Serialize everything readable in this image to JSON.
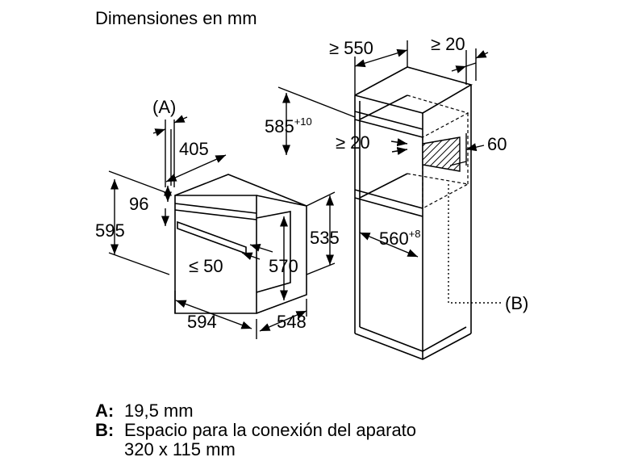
{
  "title": "Dimensiones en mm",
  "labels": {
    "a_marker": "(A)",
    "b_marker": "(B)",
    "d405": "405",
    "d96": "96",
    "d595": "595",
    "d50": "≤ 50",
    "d570": "570",
    "d535": "535",
    "d594": "594",
    "d548": "548",
    "d550": "≥ 550",
    "d20_top": "≥ 20",
    "d585": "585",
    "d585_sup": "+10",
    "d20_mid": "≥ 20",
    "d60": "60",
    "d560": "560",
    "d560_sup": "+8"
  },
  "legend": {
    "a_key": "A:",
    "a_text": "19,5 mm",
    "b_key": "B:",
    "b_text": "Espacio para la conexión del aparato",
    "b_text2": "320 x 115 mm"
  }
}
